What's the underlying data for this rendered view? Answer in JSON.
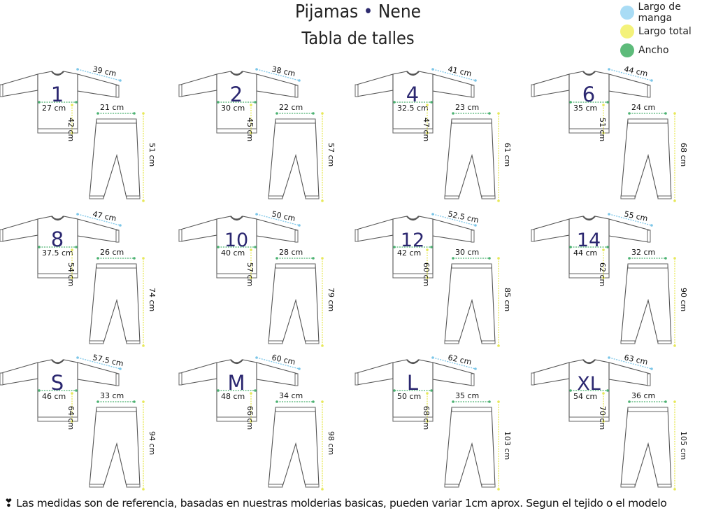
{
  "header": {
    "title_left": "Pijamas",
    "title_dot": "•",
    "title_right": "Nene",
    "subtitle": "Tabla de talles"
  },
  "legend": [
    {
      "label": "Largo de manga",
      "color": "#a9dcf5"
    },
    {
      "label": "Largo total",
      "color": "#f4f27a"
    },
    {
      "label": "Ancho",
      "color": "#5dbb7a"
    }
  ],
  "colors": {
    "sleeve_line": "#7cc6e8",
    "length_line": "#e7e85a",
    "width_line": "#4cb272",
    "size_text": "#2b2770"
  },
  "sizes": [
    {
      "size": "1",
      "sleeve": "39 cm",
      "chest": "27 cm",
      "shirt_length": "42 cm",
      "waist": "21 cm",
      "pants_length": "51 cm"
    },
    {
      "size": "2",
      "sleeve": "38 cm",
      "chest": "30 cm",
      "shirt_length": "45 cm",
      "waist": "22 cm",
      "pants_length": "57 cm"
    },
    {
      "size": "4",
      "sleeve": "41 cm",
      "chest": "32.5 cm",
      "shirt_length": "47 cm",
      "waist": "23 cm",
      "pants_length": "61 cm"
    },
    {
      "size": "6",
      "sleeve": "44 cm",
      "chest": "35 cm",
      "shirt_length": "51 cm",
      "waist": "24 cm",
      "pants_length": "68 cm"
    },
    {
      "size": "8",
      "sleeve": "47 cm",
      "chest": "37.5 cm",
      "shirt_length": "54 cm",
      "waist": "26 cm",
      "pants_length": "74 cm"
    },
    {
      "size": "10",
      "sleeve": "50 cm",
      "chest": "40 cm",
      "shirt_length": "57 cm",
      "waist": "28 cm",
      "pants_length": "79 cm"
    },
    {
      "size": "12",
      "sleeve": "52.5 cm",
      "chest": "42 cm",
      "shirt_length": "60 cm",
      "waist": "30 cm",
      "pants_length": "85 cm"
    },
    {
      "size": "14",
      "sleeve": "55 cm",
      "chest": "44 cm",
      "shirt_length": "62 cm",
      "waist": "32 cm",
      "pants_length": "90 cm"
    },
    {
      "size": "S",
      "sleeve": "57.5 cm",
      "chest": "46 cm",
      "shirt_length": "64 cm",
      "waist": "33 cm",
      "pants_length": "94 cm"
    },
    {
      "size": "M",
      "sleeve": "60 cm",
      "chest": "48 cm",
      "shirt_length": "66 cm",
      "waist": "34 cm",
      "pants_length": "98 cm"
    },
    {
      "size": "L",
      "sleeve": "62 cm",
      "chest": "50 cm",
      "shirt_length": "68 cm",
      "waist": "35 cm",
      "pants_length": "103 cm"
    },
    {
      "size": "XL",
      "sleeve": "63 cm",
      "chest": "54 cm",
      "shirt_length": "70 cm",
      "waist": "36 cm",
      "pants_length": "105 cm"
    }
  ],
  "footnote": "❣ Las medidas son de referencia, basadas en nuestras molderias basicas, pueden variar 1cm aprox. Segun el tejido o el modelo"
}
